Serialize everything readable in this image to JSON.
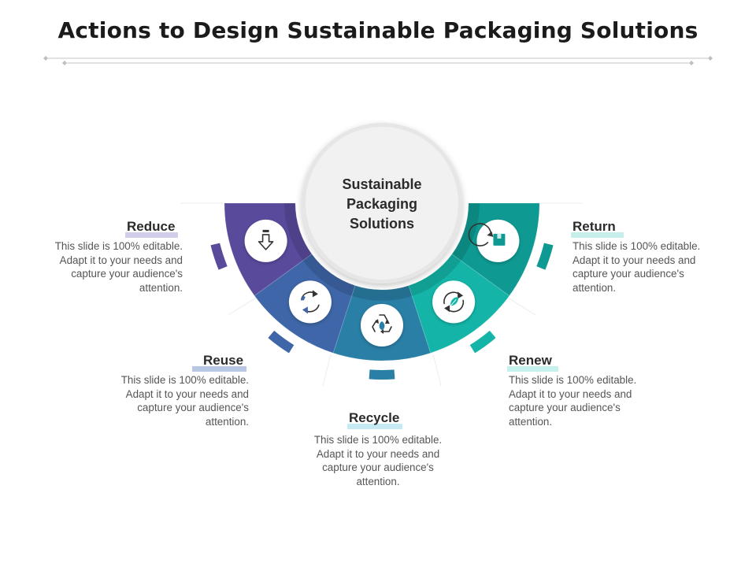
{
  "title": "Actions to Design Sustainable Packaging Solutions",
  "hub": {
    "line1": "Sustainable",
    "line2": "Packaging",
    "line3": "Solutions"
  },
  "colors": {
    "reduce": "#5a4a9c",
    "reuse": "#3e66a8",
    "recycle": "#2a7fa6",
    "renew": "#14b5a8",
    "return": "#0e9a92"
  },
  "segments": [
    {
      "key": "reduce",
      "title": "Reduce",
      "text": "This slide is 100% editable. Adapt it to your needs and capture your audience's attention.",
      "icon": "down-arrow-icon"
    },
    {
      "key": "reuse",
      "title": "Reuse",
      "text": "This slide is 100% editable. Adapt it to your needs and capture your audience's attention.",
      "icon": "rotate-arrows-icon"
    },
    {
      "key": "recycle",
      "title": "Recycle",
      "text": "This slide is 100% editable. Adapt it to your needs and capture your audience's attention.",
      "icon": "recycle-icon"
    },
    {
      "key": "renew",
      "title": "Renew",
      "text": "This slide is 100% editable. Adapt it to your needs and capture your audience's attention.",
      "icon": "renew-leaf-icon"
    },
    {
      "key": "return",
      "title": "Return",
      "text": "This slide is 100% editable. Adapt it to your needs and capture your audience's attention.",
      "icon": "return-box-icon"
    }
  ]
}
